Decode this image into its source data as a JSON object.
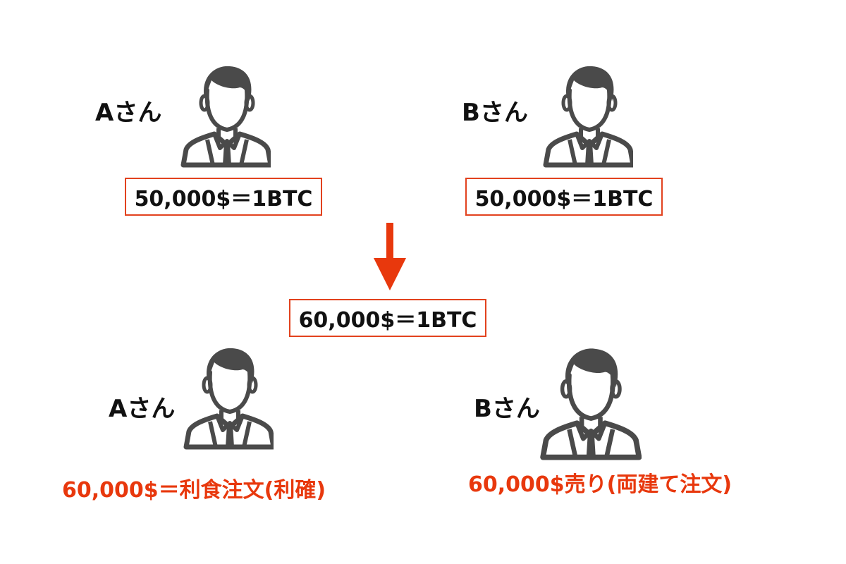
{
  "colors": {
    "accent": "#e8380d",
    "box_border": "#e2421e",
    "avatar": "#4a4a4a",
    "text": "#111111"
  },
  "before": {
    "person_a": {
      "name": "Aさん",
      "icon": "businessman-icon",
      "price": "50,000$＝1BTC"
    },
    "person_b": {
      "name": "Bさん",
      "icon": "businessman-icon",
      "price": "50,000$＝1BTC"
    }
  },
  "transition": {
    "icon": "arrow-down-icon",
    "price": "60,000$＝1BTC"
  },
  "after": {
    "person_a": {
      "name": "Aさん",
      "icon": "businessman-icon",
      "action": "60,000$＝利食注文(利確)"
    },
    "person_b": {
      "name": "Bさん",
      "icon": "businessman-icon",
      "action": "60,000$売り(両建て注文)"
    }
  }
}
